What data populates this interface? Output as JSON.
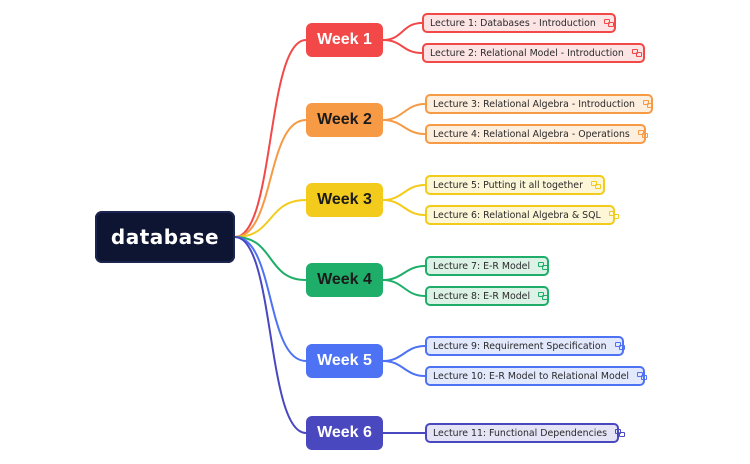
{
  "root": {
    "label": "database"
  },
  "weeks": [
    {
      "label": "Week 1",
      "color": "#f24848",
      "bg": "#f24848",
      "text": "#ffffff",
      "light": "#fde4e4",
      "lectures": [
        {
          "label": "Lecture 1: Databases - Introduction"
        },
        {
          "label": "Lecture 2: Relational Model - Introduction"
        }
      ]
    },
    {
      "label": "Week 2",
      "color": "#f79a45",
      "bg": "#f79a45",
      "text": "#1a1a1a",
      "light": "#fdeede",
      "lectures": [
        {
          "label": "Lecture 3: Relational Algebra - Introduction"
        },
        {
          "label": "Lecture 4: Relational Algebra - Operations"
        }
      ]
    },
    {
      "label": "Week 3",
      "color": "#f3cb1c",
      "bg": "#f3cb1c",
      "text": "#1a1a1a",
      "light": "#fdf6d7",
      "lectures": [
        {
          "label": "Lecture 5: Putting it all together"
        },
        {
          "label": "Lecture 6: Relational Algebra & SQL"
        }
      ]
    },
    {
      "label": "Week 4",
      "color": "#1fae6a",
      "bg": "#1fae6a",
      "text": "#1a1a1a",
      "light": "#dcf2e6",
      "lectures": [
        {
          "label": "Lecture 7: E-R Model"
        },
        {
          "label": "Lecture 8: E-R Model"
        }
      ]
    },
    {
      "label": "Week 5",
      "color": "#4d72f3",
      "bg": "#4d72f3",
      "text": "#ffffff",
      "light": "#e3e9fd",
      "lectures": [
        {
          "label": "Lecture 9: Requirement Specification"
        },
        {
          "label": "Lecture 10: E-R Model to Relational Model"
        }
      ]
    },
    {
      "label": "Week 6",
      "color": "#4a48bf",
      "bg": "#4a48bf",
      "text": "#ffffff",
      "light": "#e4e4f6",
      "lectures": [
        {
          "label": "Lecture 11: Functional Dependencies"
        }
      ]
    }
  ]
}
